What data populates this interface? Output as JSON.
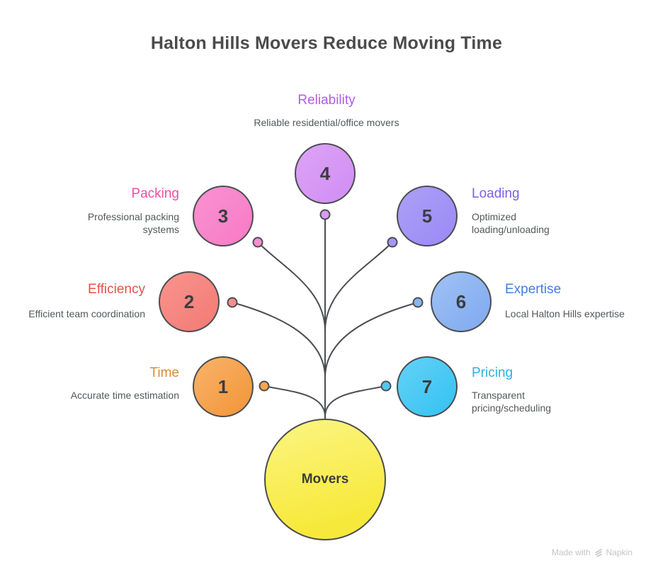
{
  "title": "Halton Hills Movers Reduce Moving Time",
  "center": {
    "label": "Movers",
    "fill_light": "#FBF47E",
    "fill_dark": "#F7E93B"
  },
  "outline_color": "#4B4D51",
  "nodes": [
    {
      "number": "1",
      "label": "Time",
      "description": "Accurate time estimation",
      "label_color": "#E08A30",
      "fill_light": "#F9B369",
      "fill_dark": "#F2983C",
      "dot_color": "#F5A54E"
    },
    {
      "number": "2",
      "label": "Efficiency",
      "description": "Efficient team coordination",
      "label_color": "#E4544B",
      "fill_light": "#F9938E",
      "fill_dark": "#F37D76",
      "dot_color": "#F98F8A"
    },
    {
      "number": "3",
      "label": "Packing",
      "description": "Professional packing systems",
      "label_color": "#EC4FA3",
      "fill_light": "#FA93D1",
      "fill_dark": "#F77CC6",
      "dot_color": "#FA8FD0"
    },
    {
      "number": "4",
      "label": "Reliability",
      "description": "Reliable residential/office movers",
      "label_color": "#B25BE6",
      "fill_light": "#DDA4F6",
      "fill_dark": "#D18FF3",
      "dot_color": "#D89CF2"
    },
    {
      "number": "5",
      "label": "Loading",
      "description": "Optimized loading/unloading",
      "label_color": "#7A5FE8",
      "fill_light": "#ACA0F8",
      "fill_dark": "#9C8BF5",
      "dot_color": "#A496F6"
    },
    {
      "number": "6",
      "label": "Expertise",
      "description": "Local Halton Hills expertise",
      "label_color": "#4180DC",
      "fill_light": "#A0C2F4",
      "fill_dark": "#82ABF0",
      "dot_color": "#8AB5F2"
    },
    {
      "number": "7",
      "label": "Pricing",
      "description": "Transparent pricing/scheduling",
      "label_color": "#29B2E4",
      "fill_light": "#63D2F6",
      "fill_dark": "#3AC3F2",
      "dot_color": "#4FC9F1"
    }
  ],
  "watermark": {
    "text_prefix": "Made with",
    "brand": "Napkin"
  }
}
